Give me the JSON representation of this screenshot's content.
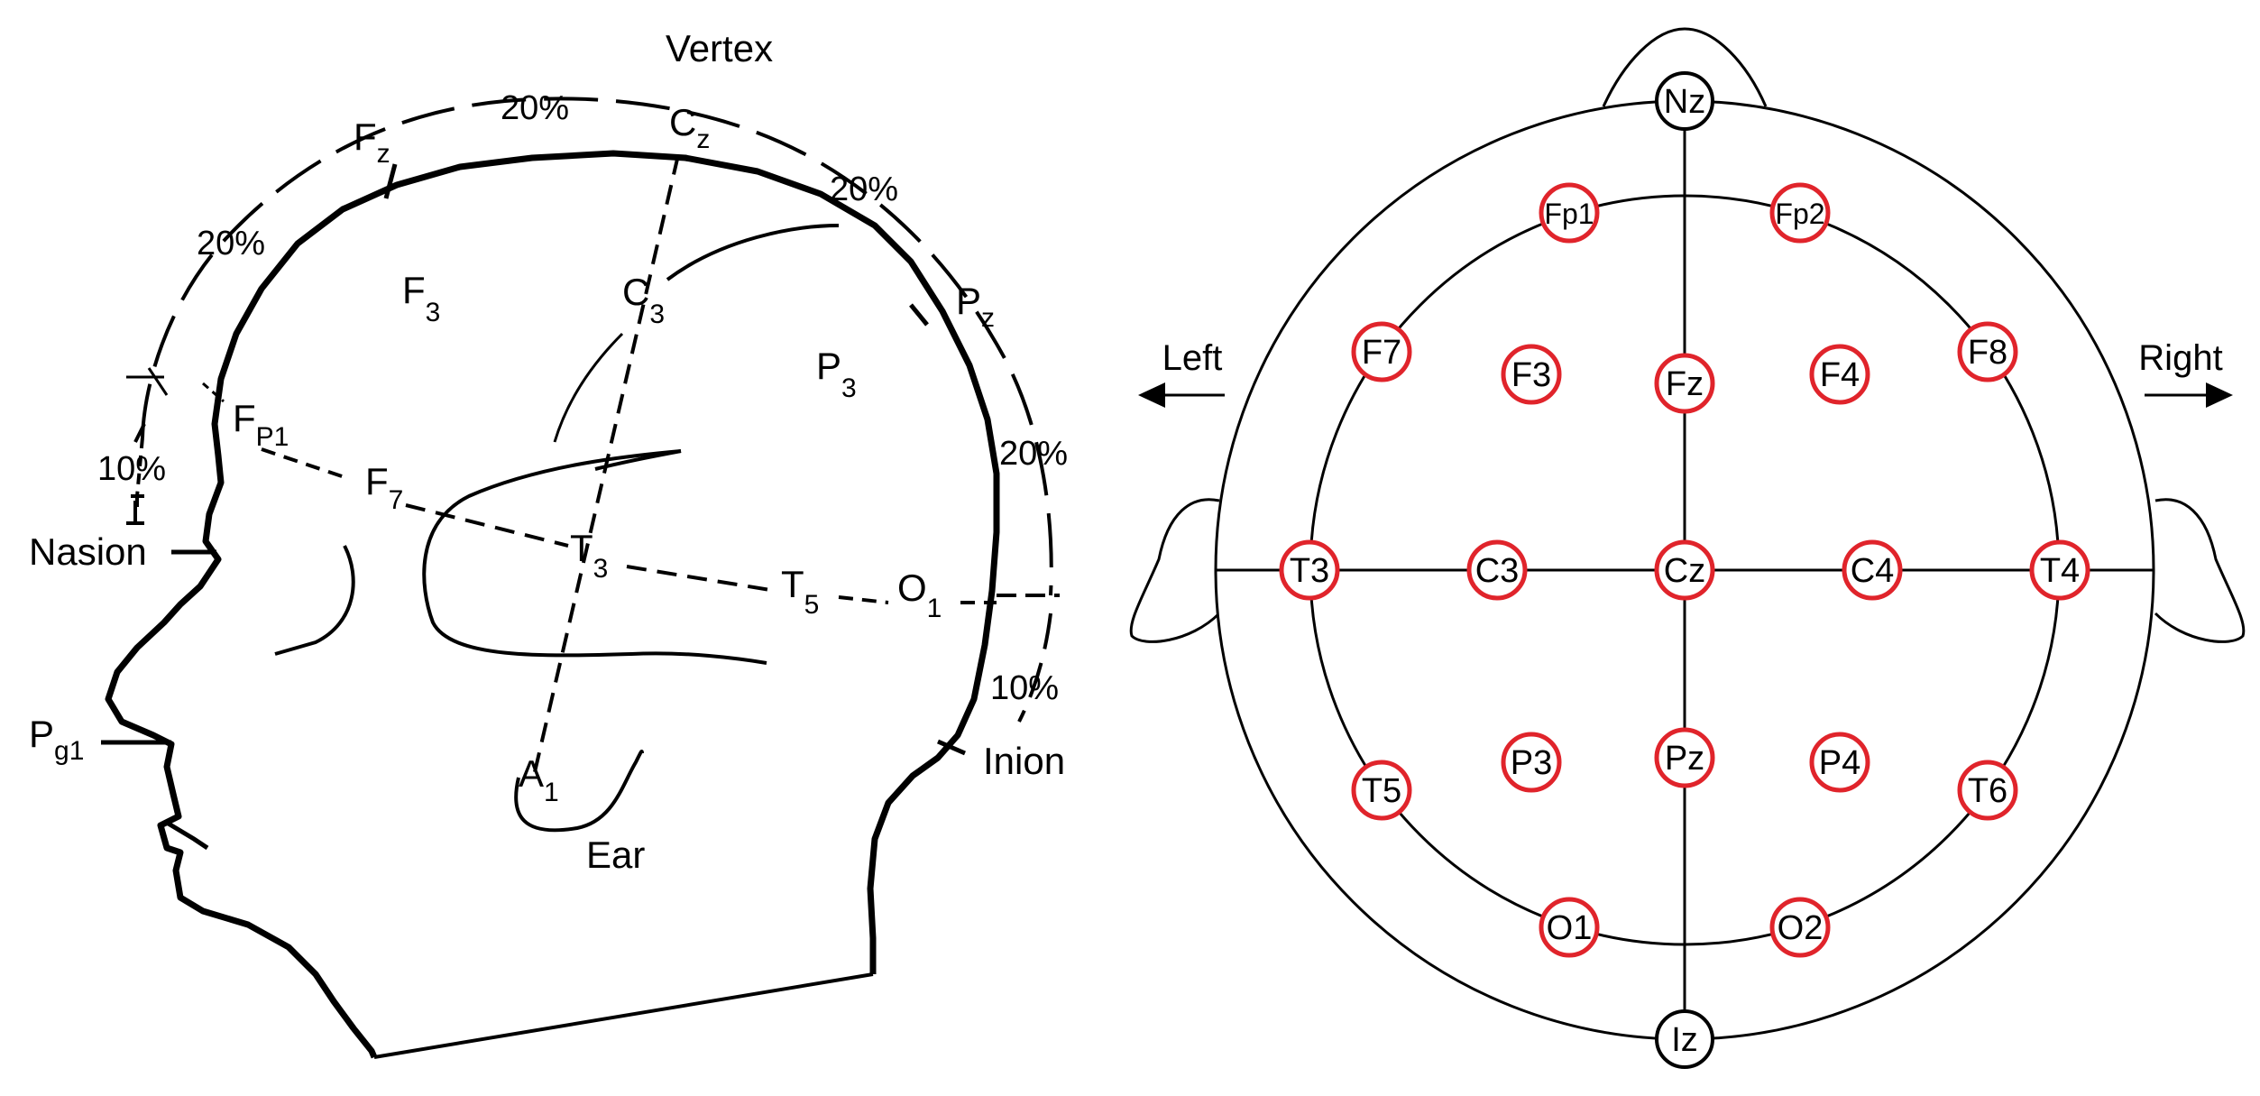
{
  "side_view": {
    "vertex_label": "Vertex",
    "nasion_label": "Nasion",
    "inion_label": "Inion",
    "ear_label": "Ear",
    "percent_labels": {
      "front_upper": "20%",
      "top_left": "20%",
      "top_right": "20%",
      "back": "20%",
      "nasion_10": "10%",
      "inion_10": "10%"
    },
    "electrodes": {
      "fz": {
        "main": "F",
        "sub": "z"
      },
      "cz": {
        "main": "C",
        "sub": "z"
      },
      "pz": {
        "main": "P",
        "sub": "z"
      },
      "f3": {
        "main": "F",
        "sub": "3"
      },
      "c3": {
        "main": "C",
        "sub": "3"
      },
      "p3": {
        "main": "P",
        "sub": "3"
      },
      "fp1": {
        "main": "F",
        "sub": "P1"
      },
      "f7": {
        "main": "F",
        "sub": "7"
      },
      "t3": {
        "main": "T",
        "sub": "3"
      },
      "t5": {
        "main": "T",
        "sub": "5"
      },
      "o1": {
        "main": "O",
        "sub": "1"
      },
      "a1": {
        "main": "A",
        "sub": "1"
      },
      "pg1": {
        "main": "P",
        "sub": "g1"
      }
    }
  },
  "top_view": {
    "left_label": "Left",
    "right_label": "Right",
    "colors": {
      "ring_red": "#e0242b",
      "ring_black": "#000000"
    },
    "electrodes": [
      {
        "name": "Nz",
        "ring": "black"
      },
      {
        "name": "Fp1",
        "ring": "red"
      },
      {
        "name": "Fp2",
        "ring": "red"
      },
      {
        "name": "F7",
        "ring": "red"
      },
      {
        "name": "F3",
        "ring": "red"
      },
      {
        "name": "Fz",
        "ring": "red"
      },
      {
        "name": "F4",
        "ring": "red"
      },
      {
        "name": "F8",
        "ring": "red"
      },
      {
        "name": "T3",
        "ring": "red"
      },
      {
        "name": "C3",
        "ring": "red"
      },
      {
        "name": "Cz",
        "ring": "red"
      },
      {
        "name": "C4",
        "ring": "red"
      },
      {
        "name": "T4",
        "ring": "red"
      },
      {
        "name": "T5",
        "ring": "red"
      },
      {
        "name": "P3",
        "ring": "red"
      },
      {
        "name": "Pz",
        "ring": "red"
      },
      {
        "name": "P4",
        "ring": "red"
      },
      {
        "name": "T6",
        "ring": "red"
      },
      {
        "name": "O1",
        "ring": "red"
      },
      {
        "name": "O2",
        "ring": "red"
      },
      {
        "name": "Iz",
        "ring": "black"
      }
    ]
  }
}
